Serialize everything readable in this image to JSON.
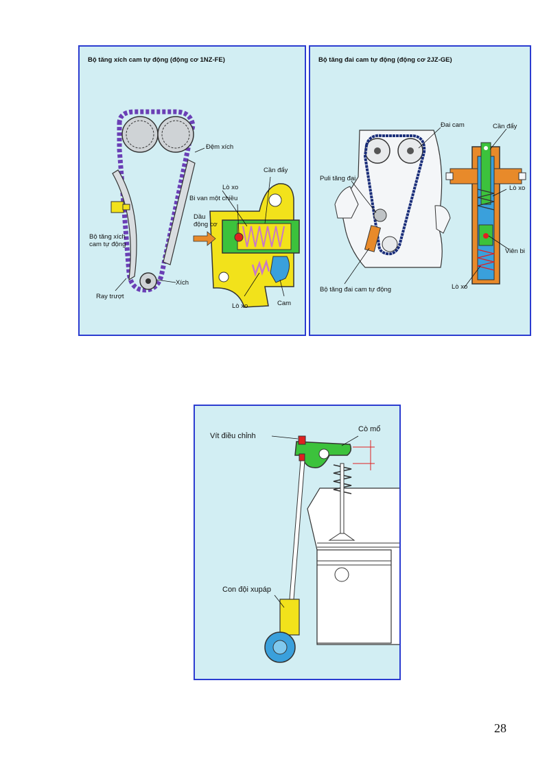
{
  "panel1": {
    "title": "Bộ tăng xích cam tự động (động cơ 1NZ-FE)",
    "labels": {
      "chain_guide": "Đệm xích",
      "plunger": "Cần đẩy",
      "spring_top": "Lò xo",
      "check_ball": "Bi van một chiều",
      "oil_line1": "Dầu",
      "oil_line2": "động cơ",
      "tensioner_line1": "Bộ tăng xích",
      "tensioner_line2": "cam tự động",
      "chain": "Xích",
      "slipper": "Ray trượt",
      "spring_bottom": "Lò xo",
      "cam": "Cam"
    }
  },
  "panel2": {
    "title": "Bộ tăng đai cam tự động (động cơ 2JZ-GE)",
    "labels": {
      "belt": "Đai cam",
      "pushrod": "Cần đẩy",
      "idler": "Puli tăng đai",
      "spring_top": "Lò xo",
      "ball": "Viên bi",
      "spring_bottom": "Lò xo",
      "tensioner": "Bộ tăng đai cam tự động"
    }
  },
  "panel3": {
    "labels": {
      "adjust_screw": "Vít điều chỉnh",
      "rocker": "Cò mổ",
      "lifter": "Con đội xupáp"
    }
  },
  "page_number": "28",
  "colors": {
    "panel_bg": "#d2eef3",
    "border": "#2a3bd0",
    "chain": "#6a3fb5",
    "tensioner_body": "#f2e21b",
    "plunger": "#3cc23c",
    "spring": "#c878c8",
    "orange": "#e88a2a",
    "blue_part": "#3aa0dc"
  }
}
